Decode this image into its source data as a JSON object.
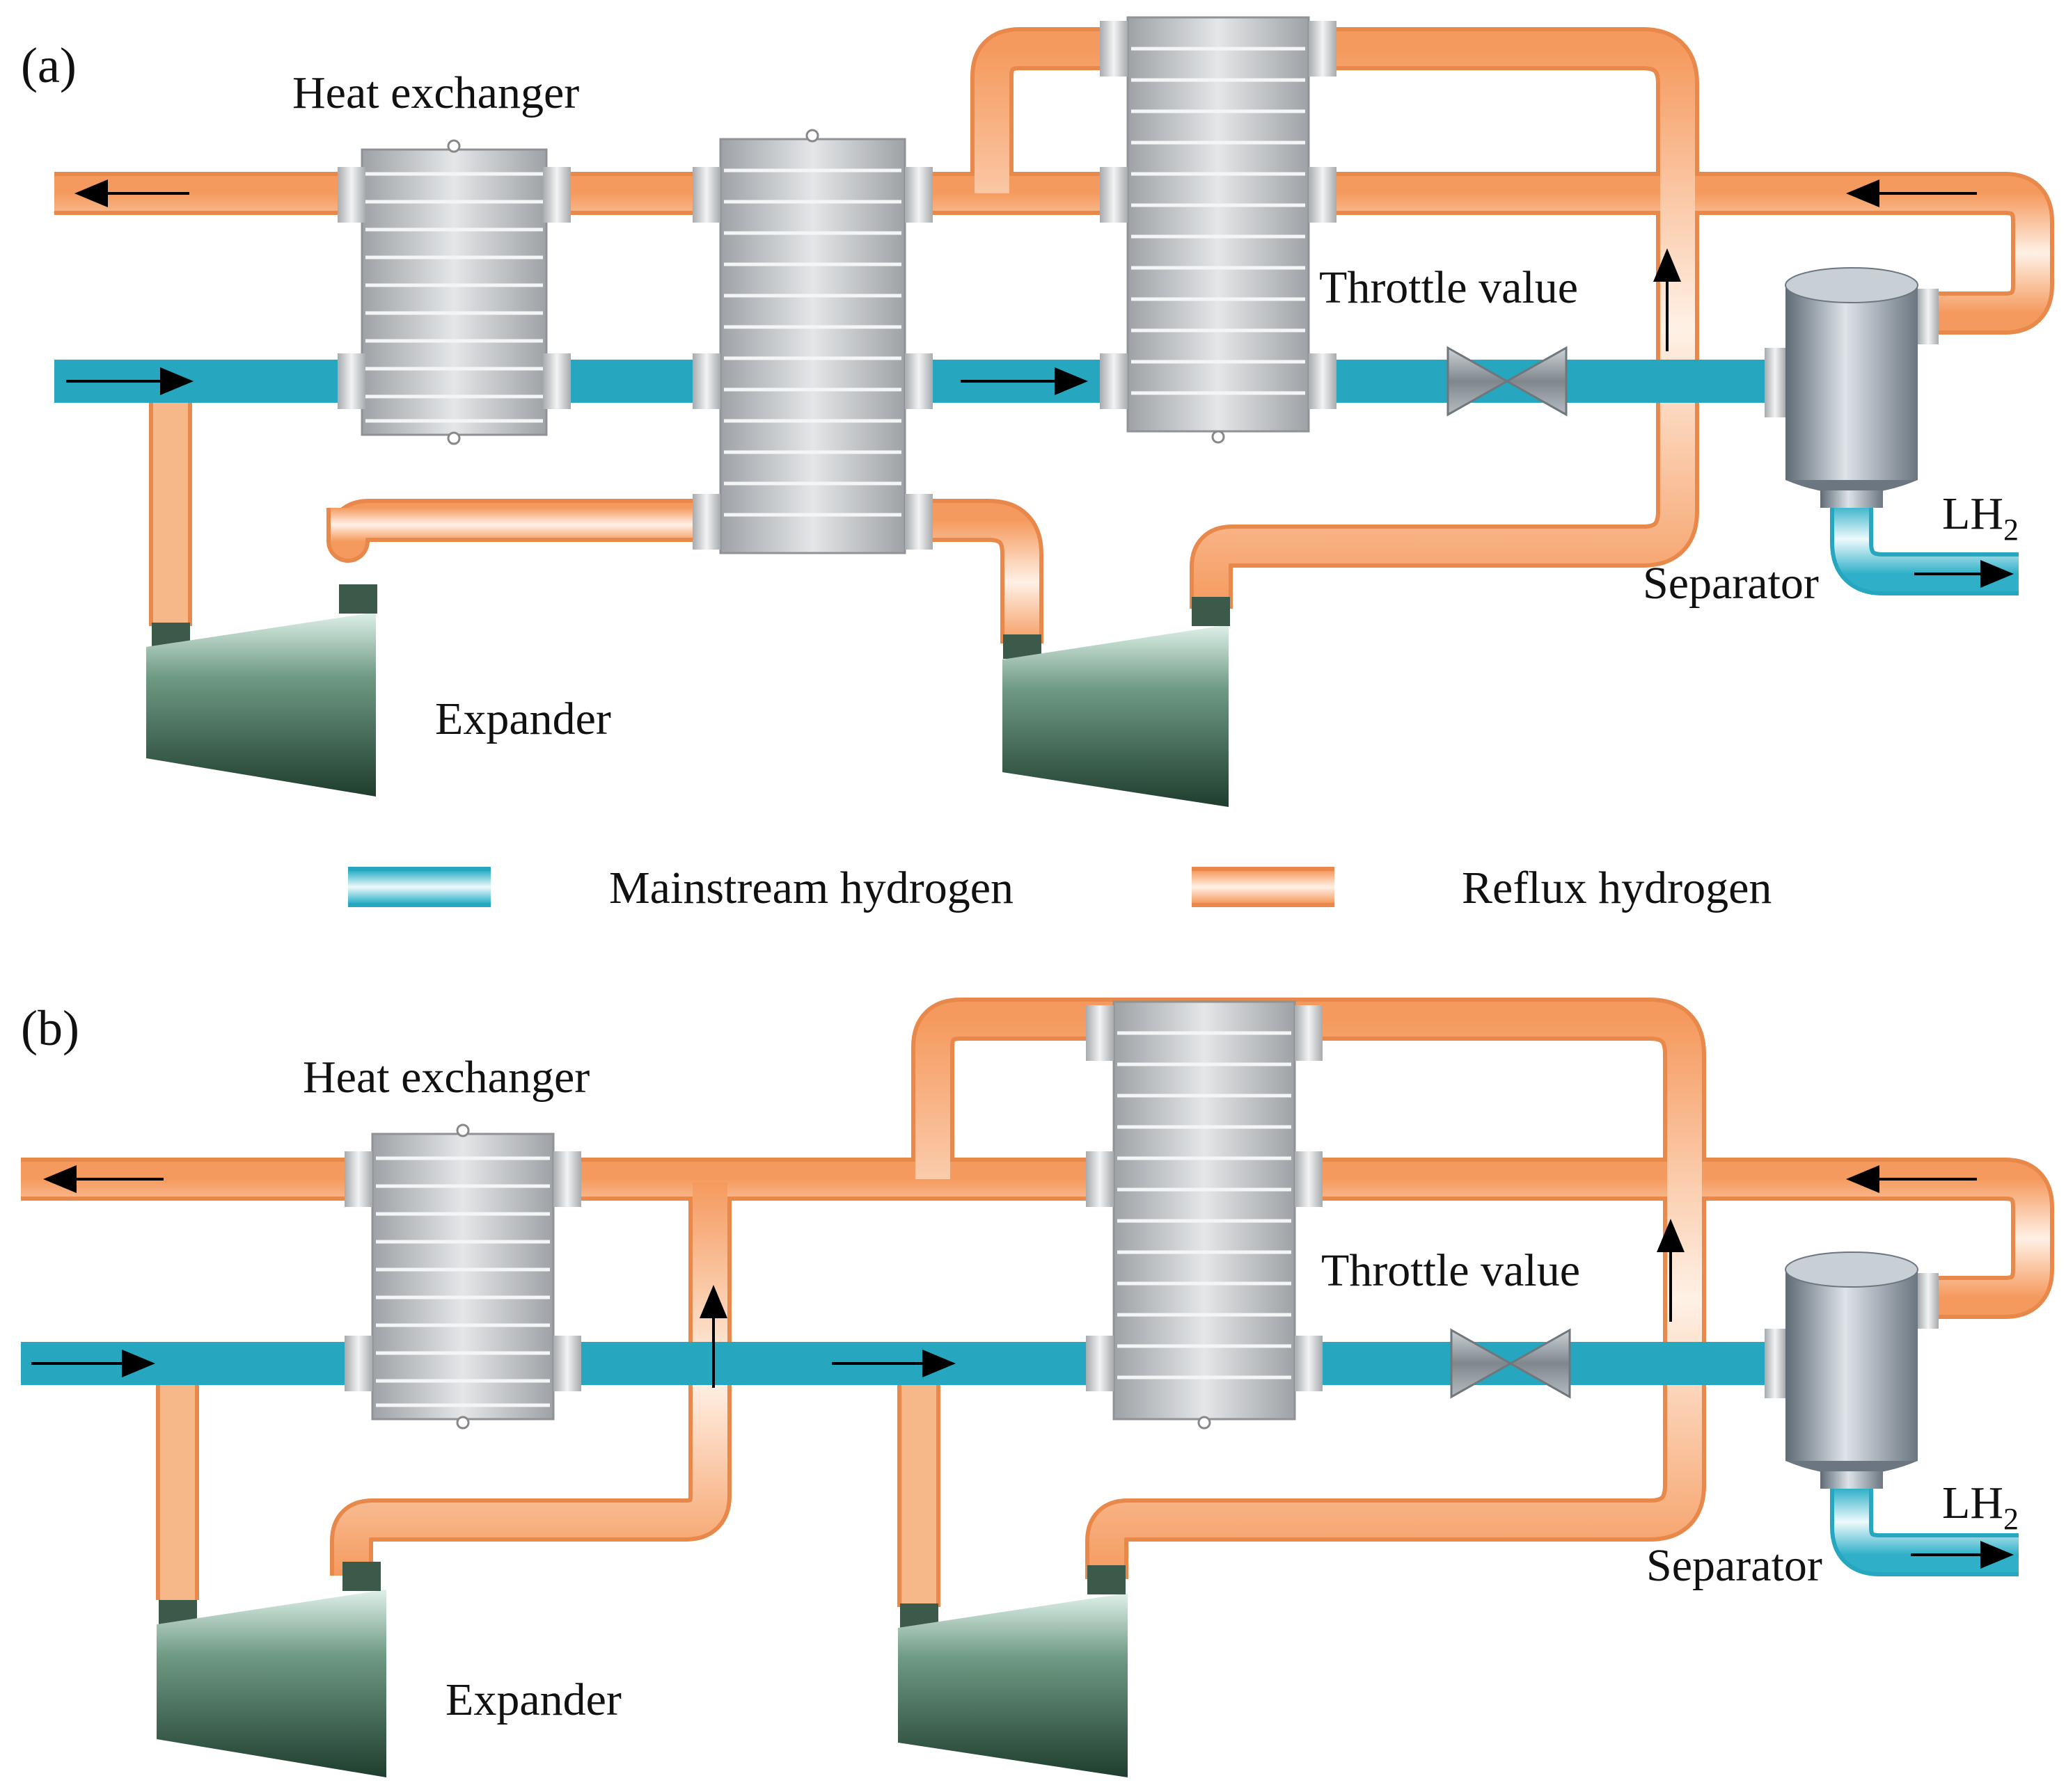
{
  "panels": [
    {
      "id": "a",
      "panel_label": "(a)",
      "labels": {
        "heat_exchanger": "Heat exchanger",
        "throttle": "Throttle value",
        "separator": "Separator",
        "expander": "Expander",
        "product_main": "LH",
        "product_sub": "2"
      }
    },
    {
      "id": "b",
      "panel_label": "(b)",
      "labels": {
        "heat_exchanger": "Heat exchanger",
        "throttle": "Throttle value",
        "separator": "Separator",
        "expander": "Expander",
        "product_main": "LH",
        "product_sub": "2"
      }
    }
  ],
  "legend": {
    "mainstream": "Mainstream hydrogen",
    "reflux": "Reflux hydrogen"
  },
  "colors": {
    "mainstream_pipe": "#3fb5cc",
    "reflux_pipe": "#f5a26a",
    "exchanger_body": "#b9bcbf",
    "expander_body": "#3f6a52",
    "separator_body": "#8e9aa4",
    "valve_body": "#9aa2a8"
  },
  "icons": {
    "heat_exchanger": "plate-heat-exchanger-icon",
    "expander": "turbine-expander-icon",
    "separator": "separator-vessel-icon",
    "throttle": "throttle-valve-icon",
    "flow": "flow-arrow-icon"
  }
}
